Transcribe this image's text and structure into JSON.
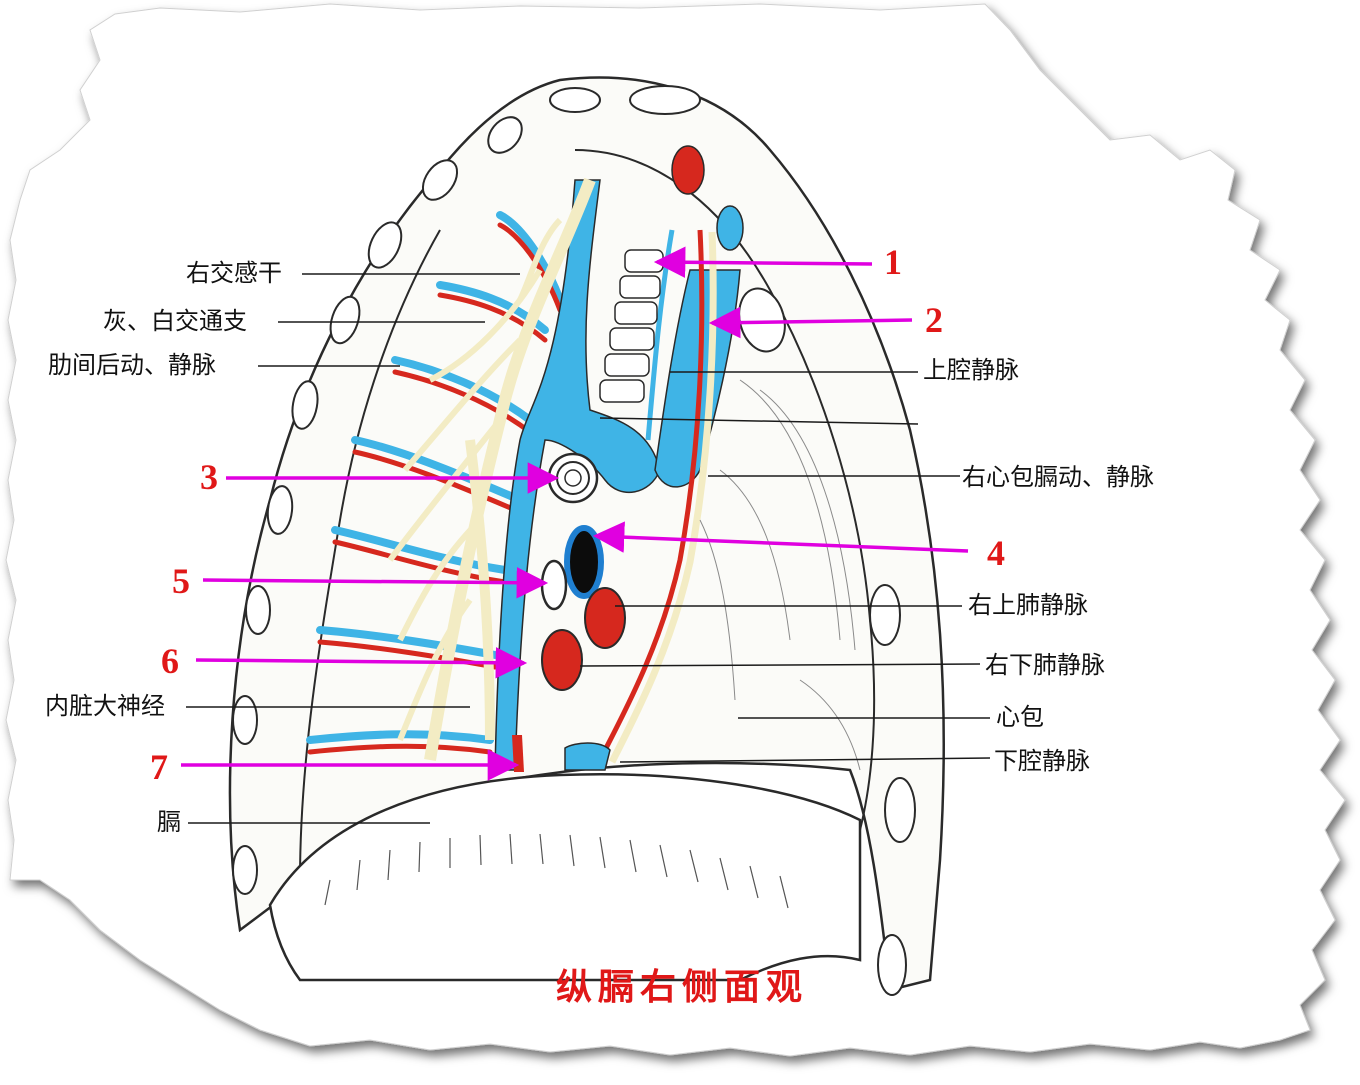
{
  "title": "纵膈右侧面观",
  "colors": {
    "number_text": "#e01818",
    "arrow": "#e000e0",
    "title_text": "#e01818",
    "artery": "#d6281e",
    "vein": "#3fb4e6",
    "nerve": "#f3ecc4",
    "outline": "#2a2a2a",
    "paper": "#ffffff",
    "torn_shadow": "#9a9a9a"
  },
  "left_labels": {
    "sympathetic_trunk": "右交感干",
    "rami_communicantes": "灰、白交通支",
    "intercostal_vessels": "肋间后动、静脉",
    "greater_splanchnic_nerve": "内脏大神经",
    "diaphragm": "膈"
  },
  "right_labels": {
    "superior_vena_cava": "上腔静脉",
    "pericardiacophrenic_vessels": "右心包膈动、静脉",
    "right_superior_pulmonary_vein": "右上肺静脉",
    "right_inferior_pulmonary_vein": "右下肺静脉",
    "pericardium": "心包",
    "inferior_vena_cava": "下腔静脉"
  },
  "numbers": [
    "1",
    "2",
    "3",
    "4",
    "5",
    "6",
    "7"
  ]
}
